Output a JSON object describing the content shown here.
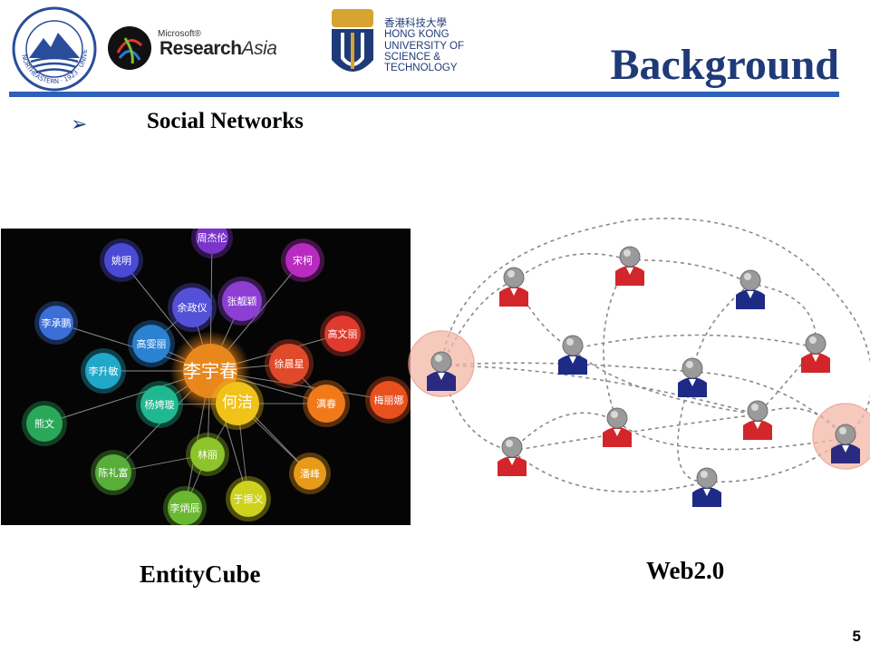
{
  "slide": {
    "title": "Background",
    "bullet_text": "Social Networks",
    "page_number": "5"
  },
  "logos": {
    "neu": {
      "arc_text": "NORTHEASTERN · 1923 · UNIVERSITY"
    },
    "msra": {
      "small": "Microsoft®",
      "big": "Research",
      "italic": "Asia"
    },
    "hkust": {
      "line1": "香港科技大學",
      "line2": "HONG KONG",
      "line3": "UNIVERSITY OF",
      "line4": "SCIENCE &",
      "line5": "TECHNOLOGY"
    }
  },
  "figures": {
    "left_caption": "EntityCube",
    "right_caption": "Web2.0"
  },
  "entity_graph": {
    "center": "李宇春",
    "nodes": [
      {
        "label": "周杰伦",
        "color": "#7a34c9"
      },
      {
        "label": "姚明",
        "color": "#4a4ad6"
      },
      {
        "label": "宋柯",
        "color": "#b82bc0"
      },
      {
        "label": "余政仪",
        "color": "#5451d8"
      },
      {
        "label": "张靓颖",
        "color": "#8d3fd3"
      },
      {
        "label": "李承鹏",
        "color": "#3c6ed8"
      },
      {
        "label": "高雯丽",
        "color": "#2b82d2"
      },
      {
        "label": "高文丽",
        "color": "#e03a2e"
      },
      {
        "label": "徐晨星",
        "color": "#e04a2a"
      },
      {
        "label": "李升敏",
        "color": "#20a8c8"
      },
      {
        "label": "杨娉璇",
        "color": "#20b890"
      },
      {
        "label": "何洁",
        "color": "#f0c21a"
      },
      {
        "label": "满春",
        "color": "#f07a1a"
      },
      {
        "label": "梅丽娜",
        "color": "#e8501e"
      },
      {
        "label": "熊文",
        "color": "#2aa85a"
      },
      {
        "label": "林丽",
        "color": "#8cc42a"
      },
      {
        "label": "陈礼富",
        "color": "#58ae38"
      },
      {
        "label": "潘峰",
        "color": "#e89a1a"
      },
      {
        "label": "于振义",
        "color": "#cfd21c"
      },
      {
        "label": "李炳辰",
        "color": "#6ab832"
      }
    ]
  },
  "web_graph": {
    "people": [
      {
        "color": "#d3262b",
        "highlight": false
      },
      {
        "color": "#d3262b",
        "highlight": false
      },
      {
        "color": "#1d2a86",
        "highlight": false
      },
      {
        "color": "#1d2a86",
        "highlight": false
      },
      {
        "color": "#d3262b",
        "highlight": false
      },
      {
        "color": "#1d2a86",
        "highlight": false
      },
      {
        "color": "#d3262b",
        "highlight": false
      },
      {
        "color": "#d3262b",
        "highlight": false
      },
      {
        "color": "#d3262b",
        "highlight": false
      },
      {
        "color": "#1d2a86",
        "highlight": false
      },
      {
        "color": "#2a2a80",
        "highlight": true
      },
      {
        "color": "#2a2a80",
        "highlight": true
      }
    ]
  }
}
